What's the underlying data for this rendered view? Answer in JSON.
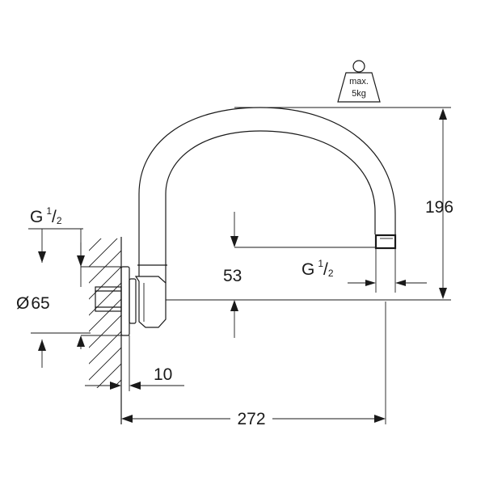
{
  "weight_badge": {
    "line1": "max.",
    "line2": "5kg"
  },
  "dimensions": {
    "height": "196",
    "width": "272",
    "offset": "53",
    "depth": "10",
    "diameter_symbol": "Ø",
    "diameter": "65"
  },
  "threads": {
    "left": {
      "letter": "G",
      "num": "1",
      "slash": "/",
      "den": "2"
    },
    "right": {
      "letter": "G",
      "num": "1",
      "slash": "/",
      "den": "2"
    }
  }
}
